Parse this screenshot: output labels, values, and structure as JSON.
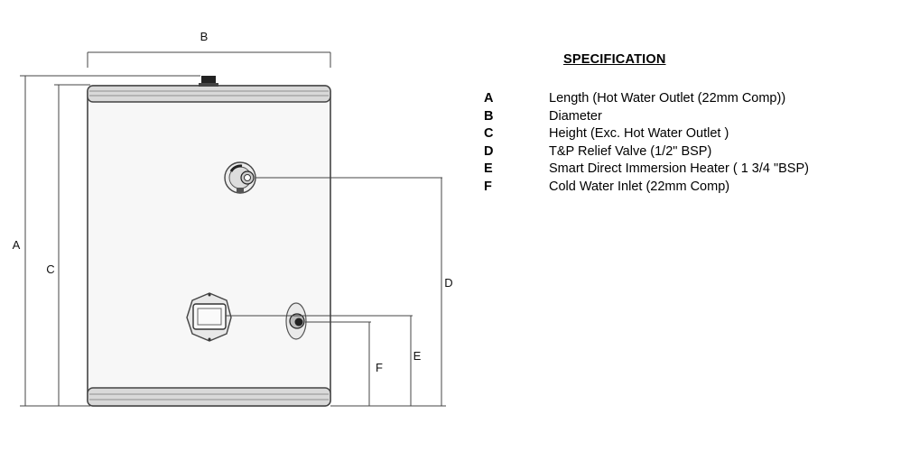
{
  "diagram": {
    "labels": {
      "a": "A",
      "b": "B",
      "c": "C",
      "d": "D",
      "e": "E",
      "f": "F"
    }
  },
  "specification": {
    "title": "SPECIFICATION",
    "items": [
      {
        "key": "A",
        "text": "Length (Hot Water Outlet (22mm Comp))"
      },
      {
        "key": "B",
        "text": "Diameter"
      },
      {
        "key": "C",
        "text": "Height (Exc. Hot Water Outlet )"
      },
      {
        "key": "D",
        "text": "T&P Relief Valve (1/2\" BSP)"
      },
      {
        "key": "E",
        "text": "Smart Direct Immersion Heater ( 1 3/4 \"BSP)"
      },
      {
        "key": "F",
        "text": "Cold Water Inlet (22mm Comp)"
      }
    ]
  }
}
